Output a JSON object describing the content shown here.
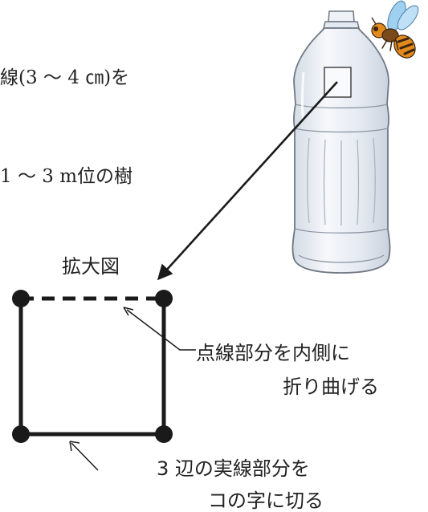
{
  "instructions": {
    "line_1": "線(3 ～ 4 ㎝)を",
    "line_2": "1 ～ 3 m位の樹"
  },
  "diagram": {
    "enlarged_label": "拡大図",
    "fold_note_line_1": "点線部分を内側に",
    "fold_note_line_2": "折り曲げる",
    "cut_note_line_1": "3 辺の実線部分を",
    "cut_note_line_2": "コの字に切る"
  },
  "colors": {
    "line": "#1a1a1a",
    "bottle_fill": "#e9eef4",
    "bottle_outline": "#6f7884",
    "hornet_orange": "#e08a1e",
    "hornet_dark": "#3a2410",
    "hornet_wing": "#9fd0f0"
  }
}
